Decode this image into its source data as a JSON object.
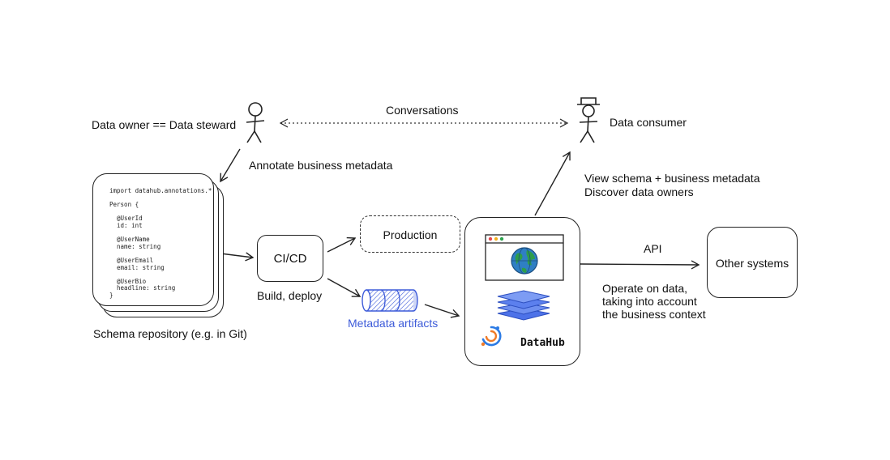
{
  "actors": {
    "owner_label": "Data owner == Data steward",
    "consumer_label": "Data consumer"
  },
  "edges": {
    "conversations": "Conversations",
    "annotate": "Annotate business metadata",
    "view_schema": "View schema + business metadata",
    "discover_owners": "Discover data owners",
    "api": "API",
    "operate_1": "Operate on data,",
    "operate_2": "taking into account",
    "operate_3": "the business context",
    "build_deploy": "Build, deploy"
  },
  "nodes": {
    "cicd": "CI/CD",
    "production": "Production",
    "metadata_artifacts": "Metadata artifacts",
    "datahub": "DataHub",
    "other_systems": "Other systems",
    "schema_repo": "Schema repository (e.g. in Git)"
  },
  "code": [
    "import datahub.annotations.*",
    "",
    "Person {",
    "",
    "  @UserId",
    "  id: int",
    "",
    "  @UserName",
    "  name: string",
    "",
    "  @UserEmail",
    "  email: string",
    "",
    "  @UserBio",
    "  headline: string",
    "}"
  ],
  "colors": {
    "artifact_blue": "#3d5bd9",
    "layers_blue": "#4d72e8",
    "globe_blue": "#2f7fc4",
    "globe_green": "#2e9e4a",
    "dot_red": "#e5484d",
    "dot_yellow": "#f2b01e",
    "dot_green": "#2ea44f",
    "logo_orange": "#f07b28",
    "logo_blue": "#2c7be5"
  }
}
